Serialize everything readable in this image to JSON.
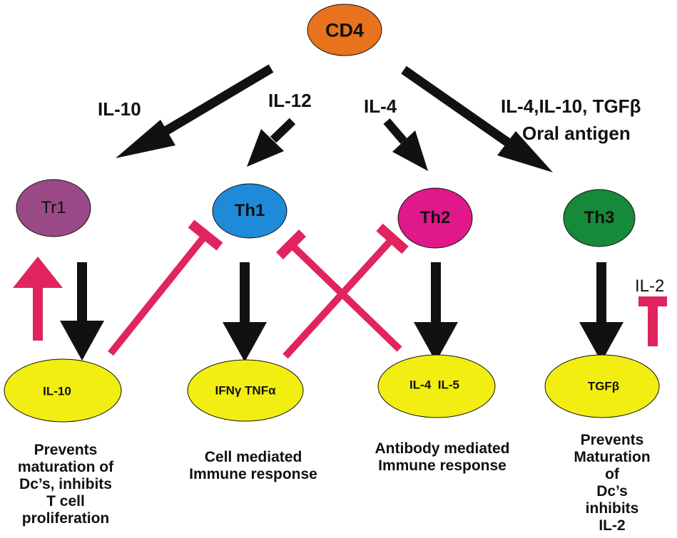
{
  "nodes": {
    "cd4": {
      "label": "CD4",
      "color": "#e8731c"
    },
    "tr1": {
      "label": "Tr1",
      "color": "#9a4a86"
    },
    "th1": {
      "label": "Th1",
      "color": "#1e8ad8"
    },
    "th2": {
      "label": "Th2",
      "color": "#e0188a"
    },
    "th3": {
      "label": "Th3",
      "color": "#158a3a"
    }
  },
  "stimuli": {
    "tr1": "IL-10",
    "th1": "IL-12",
    "th2": "IL-4",
    "th3_line1": "IL-4,IL-10, TGFβ",
    "th3_line2": "Oral antigen"
  },
  "cytokines": {
    "color": "#f2ee12",
    "tr1": "IL-10",
    "th1": "IFNγ TNFα",
    "th2": "IL-4  IL-5",
    "th3": "TGFβ"
  },
  "effects": {
    "tr1": "Prevents\nmaturation of\nDc’s, inhibits\nT cell\nproliferation",
    "th1": "Cell mediated\nImmune response",
    "th2": "Antibody mediated\nImmune response",
    "th3": "Prevents\nMaturation of\nDc’s inhibits\nIL-2"
  },
  "inhibitor_label": "IL-2",
  "colors": {
    "activation_arrow": "#111111",
    "inhibition": "#e0245e"
  }
}
